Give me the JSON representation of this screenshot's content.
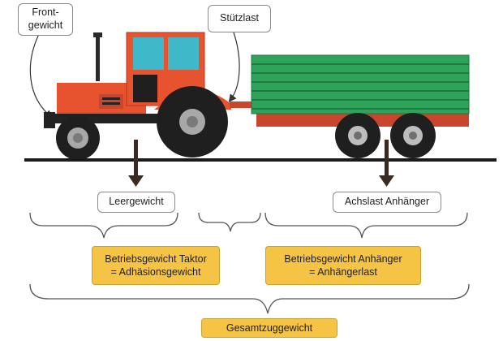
{
  "labels": {
    "front_line1": "Front-",
    "front_line2": "gewicht",
    "stuetzlast": "Stützlast",
    "leergewicht": "Leergewicht",
    "achslast": "Achslast Anhänger"
  },
  "boxes": {
    "tractor_line1": "Betriebsgewicht Taktor",
    "tractor_line2": "= Adhäsionsgewicht",
    "trailer_line1": "Betriebsgewicht Anhänger",
    "trailer_line2": "= Anhängerlast",
    "total": "Gesamtzuggewicht"
  },
  "colors": {
    "tractor_body": "#e8532f",
    "trailer_body": "#2fa35a",
    "trailer_frame": "#c9452e",
    "cab_glass": "#3fb9c9",
    "tire": "#1f1f1f",
    "highlight_box": "#f6c445",
    "ground": "#1a1a1a",
    "arrow": "#3a2a22"
  }
}
